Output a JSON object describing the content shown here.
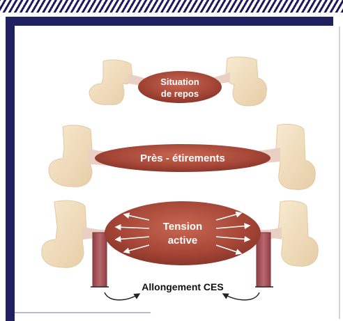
{
  "labels": {
    "rest_line1": "Situation",
    "rest_line2": "de repos",
    "pre_stretch": "Près - étirements",
    "tension_line1": "Tension",
    "tension_line2": "active",
    "elongation": "Allongement CES"
  },
  "colors": {
    "frame": "#21205f",
    "muscle": "#a44536",
    "muscle_highlight": "#c86752",
    "tendon": "#e9cfc4",
    "bone": "#f3dfbf",
    "series_element": "#a8565b"
  }
}
